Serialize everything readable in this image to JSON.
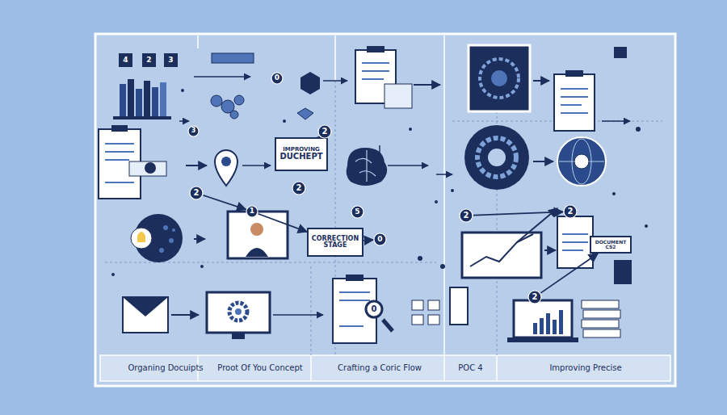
{
  "diagram": {
    "nodes": [
      {
        "text": [
          "4"
        ]
      },
      {
        "text": [
          "2"
        ]
      },
      {
        "text": [
          "3"
        ]
      },
      {
        "text": [
          "IMPROVING",
          "DUCHEPT"
        ]
      },
      {
        "text": [
          "2"
        ]
      },
      {
        "text": [
          "CORRECTION STAGE"
        ]
      },
      {
        "text": [
          "1"
        ]
      },
      {
        "text": [
          "2"
        ]
      },
      {
        "text": [
          "0"
        ]
      },
      {
        "text": [
          "5"
        ]
      },
      {
        "text": [
          "2"
        ]
      },
      {
        "text": [
          "0"
        ]
      },
      {
        "text": [
          "2"
        ]
      },
      {
        "text": [
          "2"
        ]
      },
      {
        "text": [
          "2"
        ]
      },
      {
        "text": [
          "0"
        ]
      },
      {
        "text": [
          "DOCUMENT CS2"
        ]
      },
      {
        "text": [
          "3"
        ]
      }
    ],
    "edges": [
      {
        "from": 7,
        "to": 6,
        "arrow": "to"
      },
      {
        "from": 6,
        "to": 5,
        "arrow": "to"
      },
      {
        "from": 5,
        "to": 8,
        "arrow": "to"
      },
      {
        "from": 3,
        "to": 10,
        "arrow": "to"
      },
      {
        "from": 12,
        "to": 13,
        "arrow": "to"
      },
      {
        "from": 14,
        "to": 16,
        "arrow": "to"
      }
    ],
    "labels": [
      "Organing Docuipts",
      "Proot Of You Concept",
      "Crafting a Coric Flow",
      "POC 4",
      "Improving Precise"
    ]
  }
}
